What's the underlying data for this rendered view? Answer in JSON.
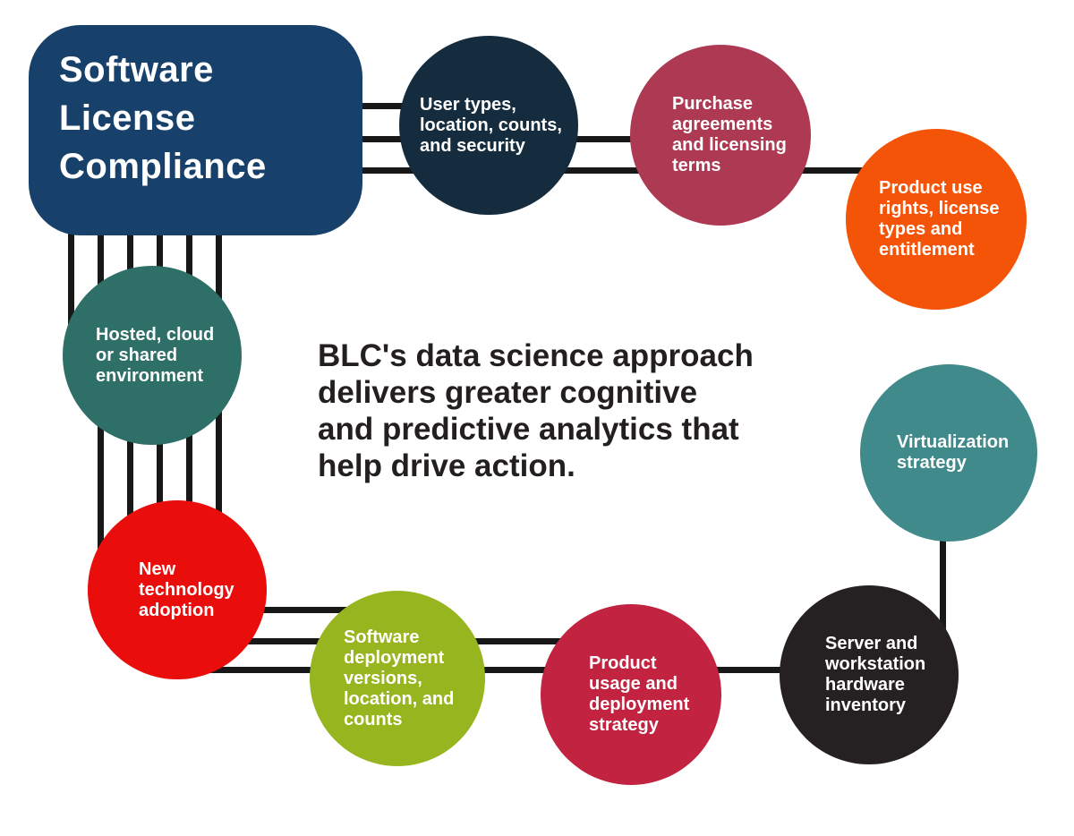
{
  "title": {
    "label": "Software\nLicense\nCompliance",
    "bg_color": "#17416b",
    "text_color": "#ffffff"
  },
  "center_text": {
    "label": "BLC's data science approach\ndelivers greater cognitive\nand predictive analytics that\nhelp drive action.",
    "color": "#231f20"
  },
  "connector_color": "#181818",
  "nodes": [
    {
      "id": "user-types",
      "label": "User types,\nlocation, counts,\nand security",
      "color": "#142c3e"
    },
    {
      "id": "purchase-agreements",
      "label": "Purchase\nagreements\nand licensing\nterms",
      "color": "#ad3a52"
    },
    {
      "id": "product-use-rights",
      "label": "Product use\nrights, license\ntypes and\nentitlement",
      "color": "#f45408"
    },
    {
      "id": "hosted-cloud",
      "label": "Hosted, cloud\nor shared\nenvironment",
      "color": "#2e6f67"
    },
    {
      "id": "virtualization",
      "label": "Virtualization\nstrategy",
      "color": "#408a8b"
    },
    {
      "id": "new-technology",
      "label": "New\ntechnology\nadoption",
      "color": "#e90d0c"
    },
    {
      "id": "software-deployment",
      "label": "Software\ndeployment\nversions,\nlocation, and\ncounts",
      "color": "#97b51f"
    },
    {
      "id": "product-usage",
      "label": "Product\nusage and\ndeployment\nstrategy",
      "color": "#c12340"
    },
    {
      "id": "server-workstation",
      "label": "Server and\nworkstation\nhardware\ninventory",
      "color": "#252122"
    }
  ]
}
